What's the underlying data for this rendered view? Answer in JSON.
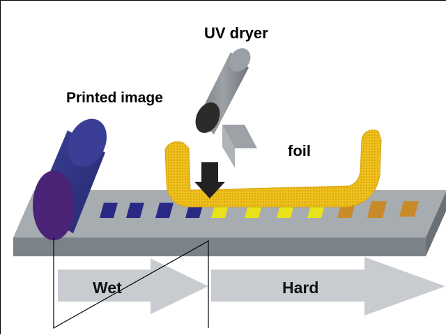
{
  "diagram": {
    "labels": {
      "uv_dryer": "UV dryer",
      "printed_image": "Printed image",
      "foil": "foil",
      "wet": "Wet",
      "hard": "Hard"
    },
    "colors": {
      "belt_top": "#a7acb1",
      "belt_front": "#7c8388",
      "roller_blue": "#2f3481",
      "roller_purple": "#4b2376",
      "dryer_gray": "#8e9399",
      "dryer_dark": "#2b2b2b",
      "foil_yellow": "#f1c21b",
      "wet_ink": "#2a2a86",
      "cured_ink": "#e8e21a",
      "finished_ink": "#c98a2a",
      "arrow_gray": "#c8cbcf"
    }
  }
}
